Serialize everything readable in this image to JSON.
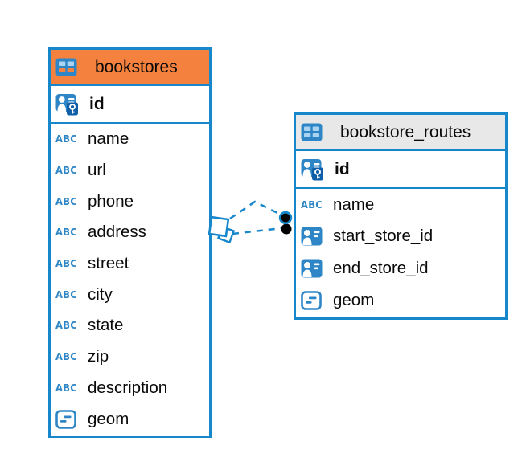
{
  "diagram": {
    "background": "#ffffff",
    "colors": {
      "accent_blue": "#1787CB",
      "icon_blue": "#2E86C6",
      "icon_cell_light_blue": "#A9D3F0",
      "key_icon_dark_blue": "#0F5FA8",
      "bookstores_header_orange": "#F5813E",
      "routes_header_gray": "#E8E8E8",
      "text_black": "#0A0A0A",
      "connector_dot_black": "#000000"
    },
    "abc_icon_text": "ABC",
    "tables": [
      {
        "name": "bookstores",
        "header_color": "#F5813E",
        "primary_key": {
          "label": "id"
        },
        "columns": [
          {
            "label": "name",
            "type": "text"
          },
          {
            "label": "url",
            "type": "text"
          },
          {
            "label": "phone",
            "type": "text"
          },
          {
            "label": "address",
            "type": "text"
          },
          {
            "label": "street",
            "type": "text"
          },
          {
            "label": "city",
            "type": "text"
          },
          {
            "label": "state",
            "type": "text"
          },
          {
            "label": "zip",
            "type": "text"
          },
          {
            "label": "description",
            "type": "text"
          },
          {
            "label": "geom",
            "type": "geometry"
          }
        ]
      },
      {
        "name": "bookstore_routes",
        "header_color": "#E8E8E8",
        "primary_key": {
          "label": "id"
        },
        "columns": [
          {
            "label": "name",
            "type": "text"
          },
          {
            "label": "start_store_id",
            "type": "reference"
          },
          {
            "label": "end_store_id",
            "type": "reference"
          },
          {
            "label": "geom",
            "type": "geometry"
          }
        ]
      }
    ],
    "relationship": {
      "style": "dashed",
      "color": "#1787CB",
      "line_count": 2,
      "source_table": "bookstores",
      "target_table": "bookstore_routes",
      "source_marker": "diamond-marker",
      "target_marker": "black-dot-marker"
    }
  }
}
